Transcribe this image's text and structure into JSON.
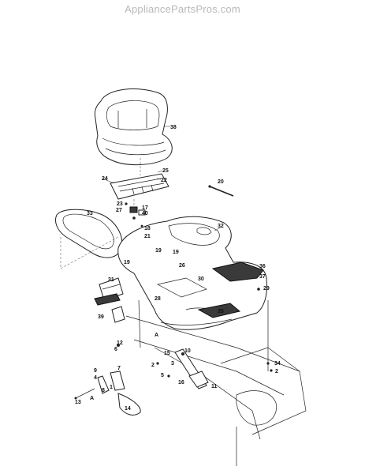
{
  "watermark": "AppliancePartsPros.com",
  "callouts": {
    "c38": "38",
    "c25": "25",
    "c24": "24",
    "c22": "22",
    "c20": "20",
    "c33": "33",
    "c23": "23",
    "c17": "17",
    "c27": "27",
    "c40": "40",
    "c32": "32",
    "c18": "18",
    "c21": "21",
    "c19a": "19",
    "c19b": "19",
    "c19c": "19",
    "c26": "26",
    "c36": "36",
    "c37": "37",
    "c29": "29",
    "c31": "31",
    "c30": "30",
    "c28": "28",
    "c39": "39",
    "c35": "35",
    "c12": "12",
    "c6": "6",
    "cA1": "A",
    "c15": "15",
    "c10": "10",
    "c3": "3",
    "c2a": "2",
    "c5": "5",
    "c16": "16",
    "c11": "11",
    "c34": "34",
    "c2b": "2",
    "c9": "9",
    "c7": "7",
    "c4": "4",
    "c1": "1",
    "c8": "8",
    "c13": "13",
    "cA2": "A",
    "c14": "14"
  }
}
